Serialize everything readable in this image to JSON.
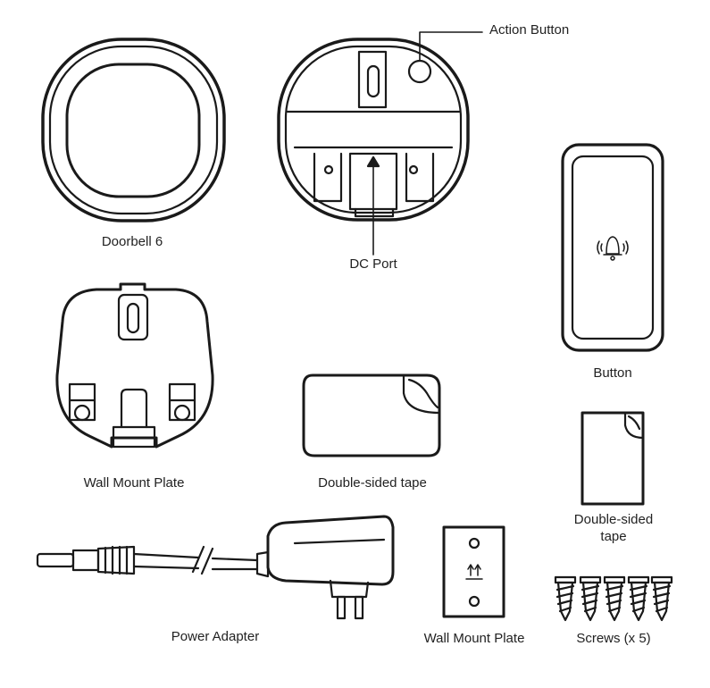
{
  "labels": {
    "doorbell": "Doorbell 6",
    "action_button": "Action Button",
    "dc_port": "DC Port",
    "button": "Button",
    "wall_mount_plate_large": "Wall Mount Plate",
    "double_sided_tape_large": "Double-sided tape",
    "double_sided_tape_small_line1": "Double-sided",
    "double_sided_tape_small_line2": "tape",
    "power_adapter": "Power Adapter",
    "wall_mount_plate_small": "Wall Mount Plate",
    "screws": "Screws (x 5)"
  },
  "icons": {
    "bell": "bell-icon",
    "arrows": "up-arrows-icon"
  },
  "colors": {
    "stroke": "#1a1a1a",
    "background": "#ffffff"
  }
}
